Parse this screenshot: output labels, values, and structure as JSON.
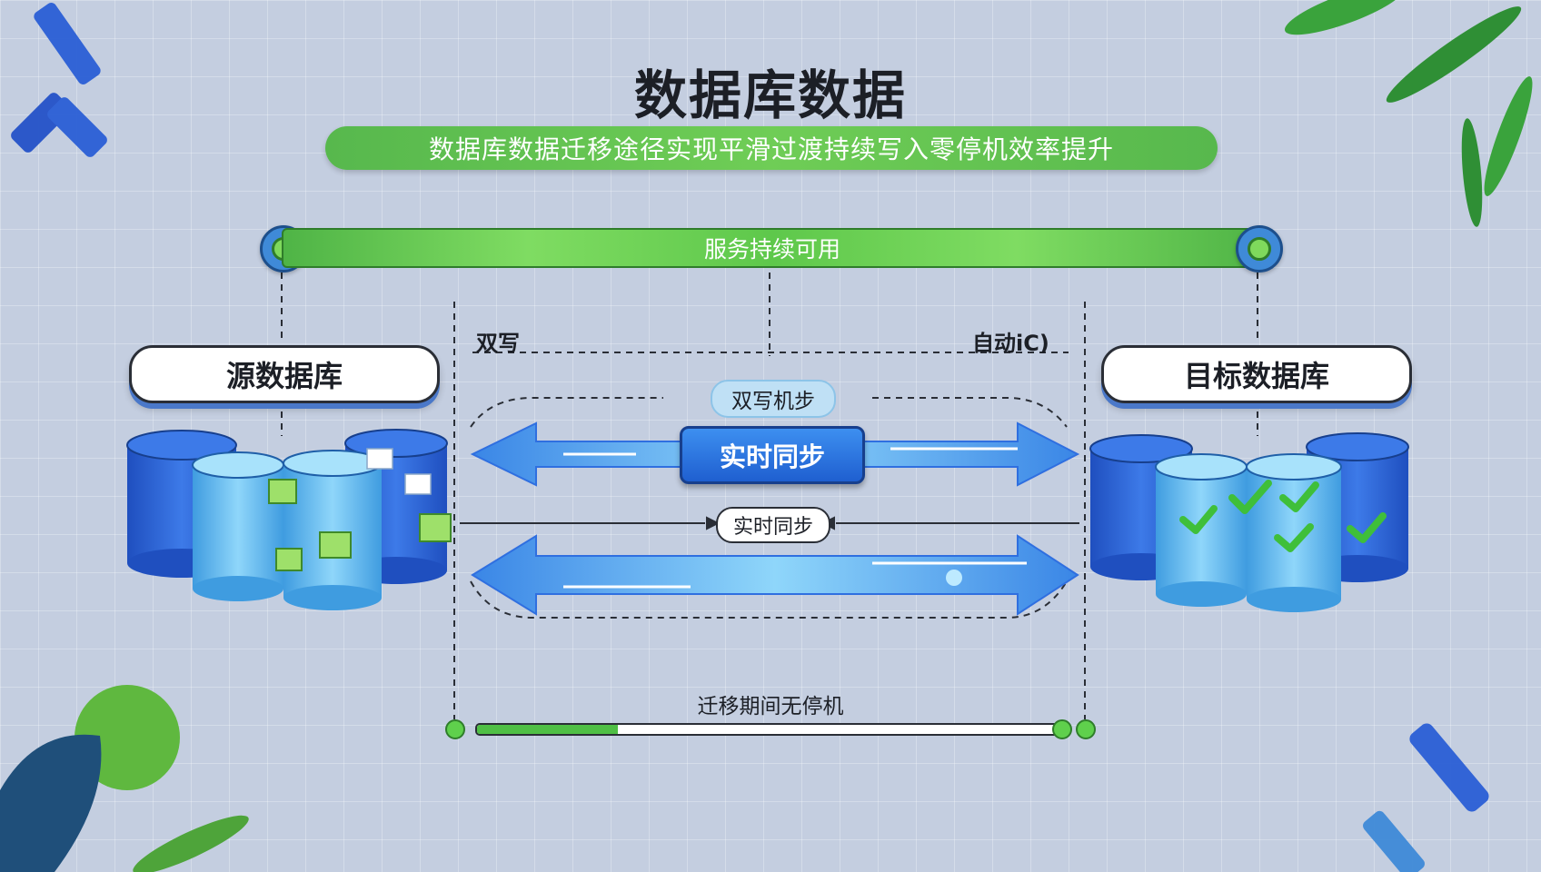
{
  "title": "数据库数据",
  "subtitle": "数据库数据迁移途径实现平滑过渡持续写入零停机效率提升",
  "service_bar": {
    "label": "服务持续可用"
  },
  "source_db": {
    "label": "源数据库"
  },
  "target_db": {
    "label": "目标数据库"
  },
  "labels": {
    "dual_write": "双写",
    "auto_ic": "自动iC)",
    "dual_write_mechanism": "双写机步",
    "realtime_sync_main": "实时同步",
    "realtime_sync_small": "实时同步"
  },
  "footer": {
    "label": "迁移期间无停机"
  },
  "progress": {
    "fraction": 0.24
  },
  "colors": {
    "accent_green": "#5fc84e",
    "accent_blue": "#2f6fe0",
    "arrow_light_blue": "#6ec3f5",
    "background": "#c4cee0"
  },
  "icons": [
    "database-cylinder-icon",
    "document-icon",
    "checkmark-icon",
    "target-node-icon",
    "leaf-decoration"
  ]
}
